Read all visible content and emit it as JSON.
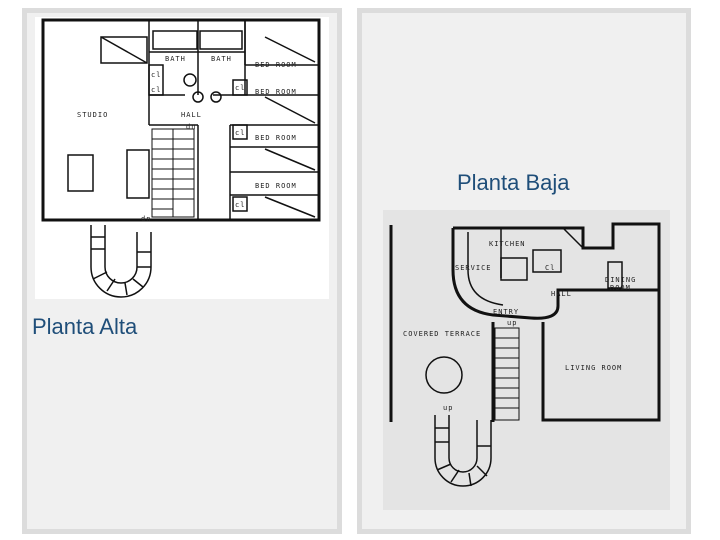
{
  "captions": {
    "upper_floor": "Planta Alta",
    "ground_floor": "Planta Baja"
  },
  "upper_plan": {
    "labels": {
      "studio": "STUDIO",
      "bath_left": "BATH",
      "bath_right": "BATH",
      "hall": "HALL",
      "bed_room_1": "BED ROOM",
      "bed_room_2": "BED ROOM",
      "bed_room_3": "BED ROOM",
      "bed_room_4": "BED ROOM",
      "cl_1": "cl",
      "cl_2": "cl",
      "cl_3": "cl",
      "cl_4": "cl",
      "cl_5": "cl",
      "dn_1": "dn",
      "dn_2": "dn"
    }
  },
  "lower_plan": {
    "labels": {
      "kitchen": "KITCHEN",
      "service": "SERVICE",
      "cl": "Cl",
      "dining_room_1": "DINING",
      "dining_room_2": "ROOM",
      "hall": "HALL",
      "entry": "ENTRY",
      "up_1": "up",
      "up_2": "up",
      "covered_terrace": "COVERED TERRACE",
      "living_room": "LIVING ROOM"
    }
  },
  "colors": {
    "caption": "#1f4e79",
    "panel_border": "#dcdcdc",
    "panel_fill": "#f0f0f0"
  }
}
